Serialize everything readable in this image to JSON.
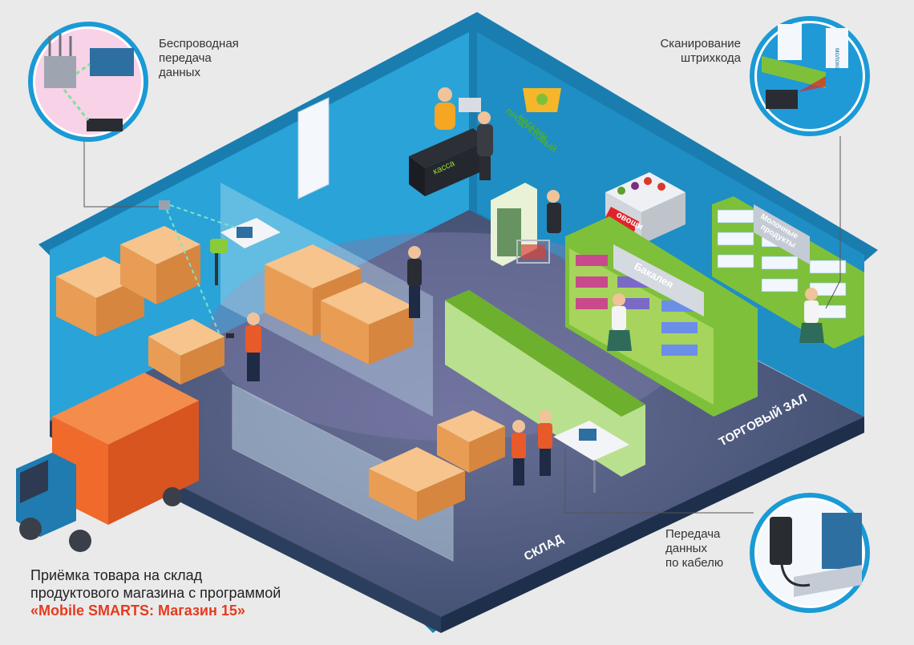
{
  "callouts": {
    "wireless": "Беспроводная\nпередача\nданных",
    "barcode": "Сканирование\nштрихкода",
    "cable": "Передача\nданных\nпо кабелю"
  },
  "zones": {
    "sklad": "СКЛАД",
    "torgovy_zal": "ТОРГОВЫЙ ЗАЛ"
  },
  "store_signs": {
    "kassa": "касса",
    "ovoshchi": "овощи",
    "bakaleya": "Бакалея",
    "molochnye_line1": "Молочные",
    "molochnye_line2": "продукты",
    "logo_line1": "ПРОДУКТОВЫЙ",
    "logo_line2": "МАГАЗИН",
    "milk_pack": "молоко"
  },
  "caption": {
    "line1": "Приёмка товара на склад",
    "line2": "продуктового магазина с программой",
    "line3": "«Mobile SMARTS: Магазин 15»"
  },
  "colors": {
    "accent": "#e63a1f",
    "wall_blue": "#1f8ec4",
    "floor_dark": "#4a5672",
    "shelf_green": "#7ec03a",
    "box_orange": "#f0a860",
    "truck_orange": "#f06a2c"
  }
}
